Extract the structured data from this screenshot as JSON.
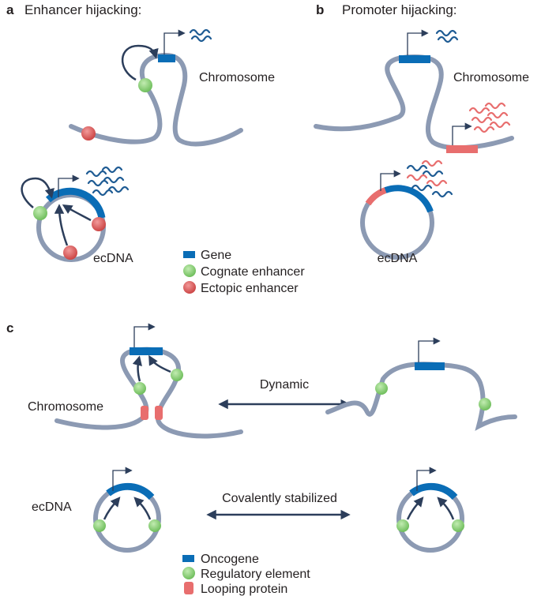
{
  "colors": {
    "chromosome": "#8c9ab3",
    "gene": "#0a6db6",
    "cognate_enhancer": "#8fd27b",
    "ectopic_enhancer": "#e05a5a",
    "arrow": "#2c3e5b",
    "mrna_blue": "#1f5c94",
    "mrna_red": "#e86e6e"
  },
  "panel_a": {
    "letter": "a",
    "title": "Enhancer hijacking:",
    "chromosome_label": "Chromosome",
    "ecdna_label": "ecDNA"
  },
  "panel_b": {
    "letter": "b",
    "title": "Promoter hijacking:",
    "chromosome_label": "Chromosome",
    "ecdna_label": "ecDNA"
  },
  "legend_ab": {
    "items": [
      {
        "label": "Gene",
        "icon": "gene-rect-icon"
      },
      {
        "label": "Cognate enhancer",
        "icon": "green-circle-icon"
      },
      {
        "label": "Ectopic enhancer",
        "icon": "red-circle-icon"
      }
    ]
  },
  "panel_c": {
    "letter": "c",
    "chromosome_label": "Chromosome",
    "ecdna_label": "ecDNA",
    "dynamic_label": "Dynamic",
    "stabilized_label": "Covalently stabilized"
  },
  "legend_c": {
    "items": [
      {
        "label": "Oncogene",
        "icon": "gene-rect-icon"
      },
      {
        "label": "Regulatory element",
        "icon": "green-circle-icon"
      },
      {
        "label": "Looping protein",
        "icon": "looping-protein-icon"
      }
    ]
  }
}
